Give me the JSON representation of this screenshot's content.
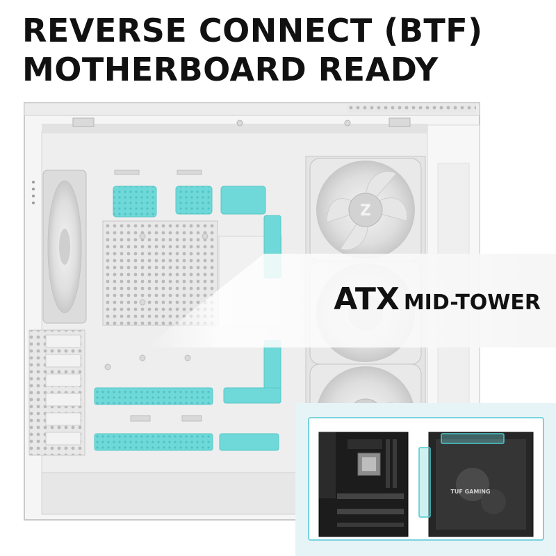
{
  "headline": {
    "line1": "REVERSE CONNECT (BTF)",
    "line2": "MOTHERBOARD READY"
  },
  "badge": {
    "big": "ATX",
    "small": "MID-TOWER"
  },
  "colors": {
    "accent_teal": "#6fd8d8",
    "case_white": "#f4f4f4",
    "panel_bg": "#e6f4f7",
    "frame_border": "#79d3de",
    "text": "#111111"
  },
  "icons": {
    "fan": "fan-icon",
    "fan_logo": "z-logo-icon"
  }
}
